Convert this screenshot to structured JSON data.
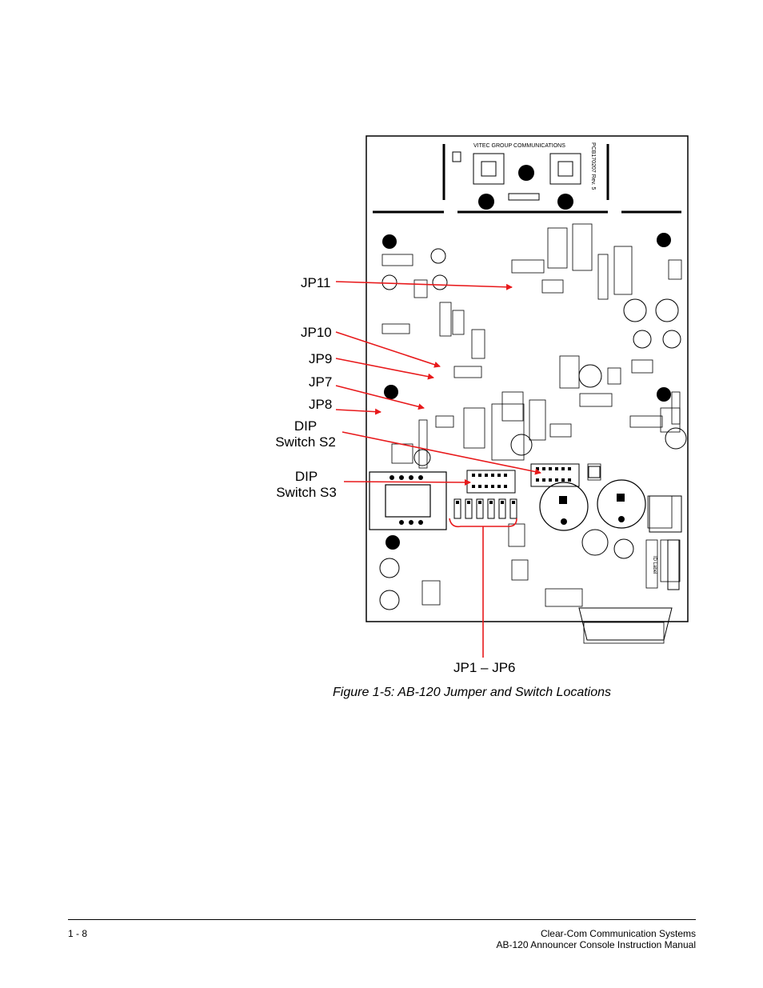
{
  "figure": {
    "caption": "Figure 1-5: AB-120 Jumper and Switch Locations",
    "board_header": "VITEC GROUP COMMUNICATIONS",
    "board_part": "PCB170207 Rev. 5",
    "id_label": "ID Label",
    "callouts": {
      "jp11": "JP11",
      "jp10": "JP10",
      "jp9": "JP9",
      "jp7": "JP7",
      "jp8": "JP8",
      "dip_s2_line1": "DIP",
      "dip_s2_line2": "Switch S2",
      "dip_s3_line1": "DIP",
      "dip_s3_line2": "Switch S3",
      "jp1_jp6": "JP1 – JP6"
    },
    "arrow_color": "#e8191b"
  },
  "footer": {
    "page_number": "1 - 8",
    "company": "Clear-Com Communication Systems",
    "manual": "AB-120 Announcer Console Instruction Manual"
  }
}
